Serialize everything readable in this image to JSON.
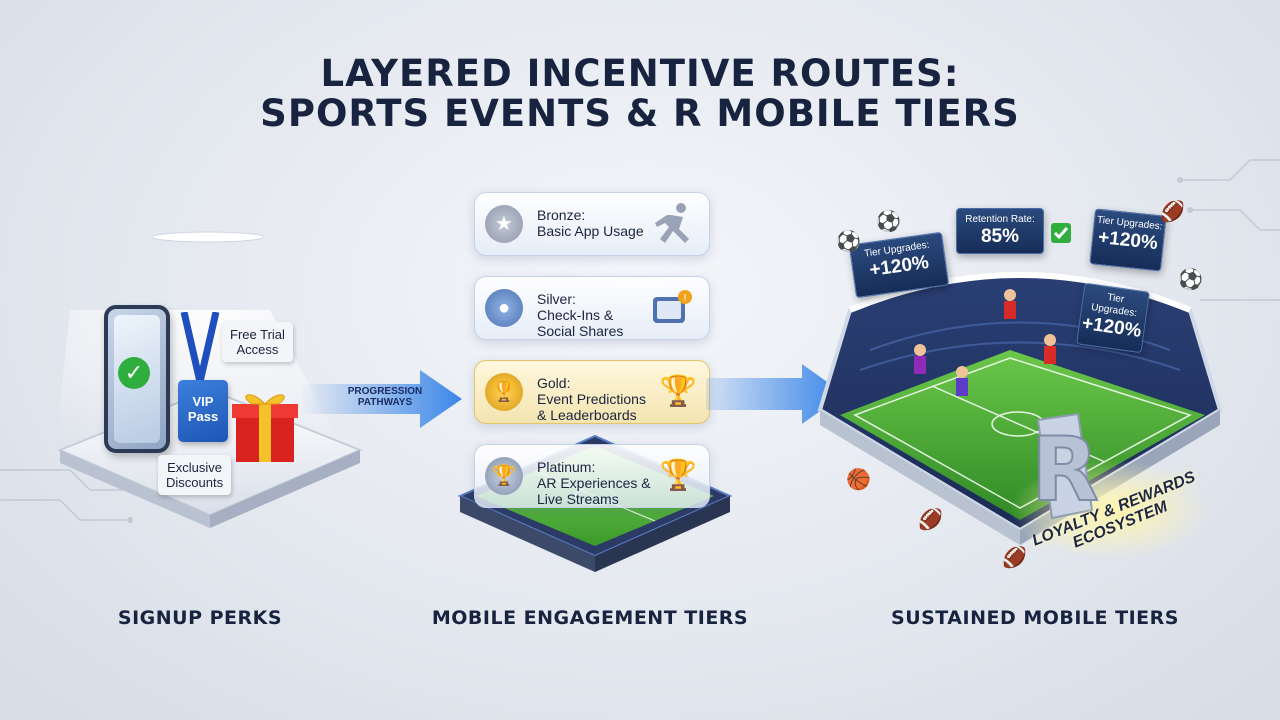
{
  "title": {
    "line1": "LAYERED INCENTIVE ROUTES:",
    "line2": "SPORTS EVENTS & R MOBILE TIERS"
  },
  "signup": {
    "free_trial": "Free Trial\nAccess",
    "free_trial_l1": "Free Trial",
    "free_trial_l2": "Access",
    "vip_l1": "VIP",
    "vip_l2": "Pass",
    "exclusive_l1": "Exclusive",
    "exclusive_l2": "Discounts"
  },
  "progression": {
    "l1": "PROGRESSION",
    "l2": "PATHWAYS"
  },
  "tiers": [
    {
      "name": "Bronze:",
      "l1": "Basic App Usage",
      "l2": "",
      "icon": "runner-icon"
    },
    {
      "name": "Silver:",
      "l1": "Check-Ins &",
      "l2": "Social Shares",
      "icon": "tablet-alert-icon"
    },
    {
      "name": "Gold:",
      "l1": "Event Predictions",
      "l2": "& Leaderboards",
      "icon": "trophy-icon"
    },
    {
      "name": "Platinum:",
      "l1": "AR Experiences &",
      "l2": "Live Streams",
      "icon": "trophy-icon"
    }
  ],
  "stadium": {
    "stat_a_label": "Tier Upgrades:",
    "stat_a_value": "+120%",
    "stat_b_label": "Retention Rate:",
    "stat_b_value": "85%",
    "stat_c_label": "Tier Upgrades:",
    "stat_c_value": "+120%",
    "stat_d_label": "Tier Upgrades:",
    "stat_d_value": "+120%",
    "logo_letter": "R",
    "loyalty_l1": "LOYALTY & REWARDS",
    "loyalty_l2": "ECOSYSTEM"
  },
  "sections": {
    "left": "SIGNUP PERKS",
    "middle": "MOBILE ENGAGEMENT TIERS",
    "right": "SUSTAINED MOBILE TIERS"
  },
  "colors": {
    "bronze": "#9aa3b5",
    "silver": "#6d8fc4",
    "gold": "#e2a317",
    "platinum": "#8a9bb6",
    "arrow": "#3a86e8",
    "navy": "#17233f"
  }
}
